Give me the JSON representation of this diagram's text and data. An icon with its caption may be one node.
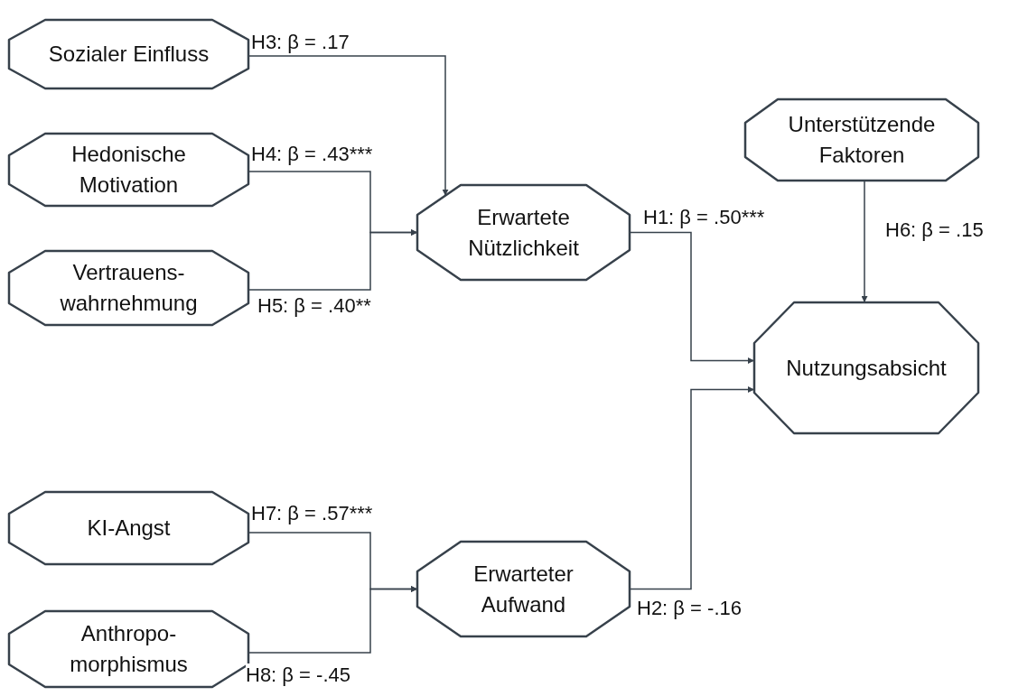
{
  "diagram": {
    "nodes": [
      {
        "text": [
          "Sozialer Einfluss"
        ]
      },
      {
        "text": [
          "Hedonische Motivation"
        ]
      },
      {
        "text": [
          "Vertrauens- wahrnehmung"
        ]
      },
      {
        "text": [
          "Erwartete Nützlichkeit"
        ]
      },
      {
        "text": [
          "Unterstützende Faktoren"
        ]
      },
      {
        "text": [
          "Nutzungsabsicht"
        ]
      },
      {
        "text": [
          "KI-Angst"
        ]
      },
      {
        "text": [
          "Anthropo- morphismus"
        ]
      },
      {
        "text": [
          "Erwarteter Aufwand"
        ]
      }
    ],
    "edges": [
      {
        "from": 0,
        "to": 3,
        "arrow": "to",
        "label": "H3: β = .17"
      },
      {
        "from": 1,
        "to": 3,
        "arrow": "to",
        "label": "H4: β = .43***"
      },
      {
        "from": 2,
        "to": 3,
        "arrow": "to",
        "label": "H5: β = .40**"
      },
      {
        "from": 3,
        "to": 5,
        "arrow": "to",
        "label": "H1: β = .50***"
      },
      {
        "from": 4,
        "to": 5,
        "arrow": "to",
        "label": "H6: β = .15"
      },
      {
        "from": 8,
        "to": 5,
        "arrow": "to",
        "label": "H2: β = -.16"
      },
      {
        "from": 6,
        "to": 8,
        "arrow": "to",
        "label": "H7: β = .57***"
      },
      {
        "from": 7,
        "to": 8,
        "arrow": "to",
        "label": "H8: β = -.45"
      }
    ]
  }
}
